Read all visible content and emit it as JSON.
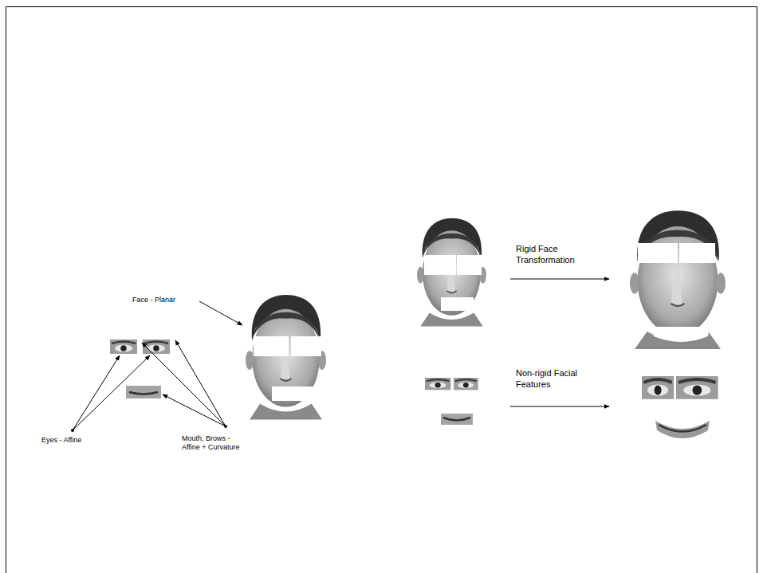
{
  "diagram": {
    "labels": [
      "Face - Planar",
      "Eyes - Affine",
      "Mouth, Brows - Affine + Curvature",
      "Rigid Face Transformation",
      "Non-rigid Facial Features"
    ]
  }
}
